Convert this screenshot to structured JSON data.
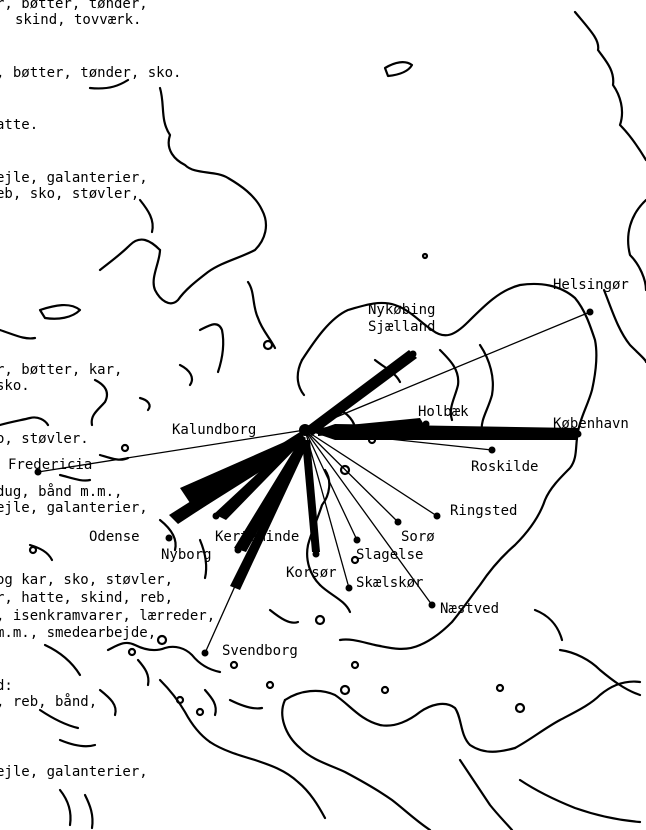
{
  "left_text_lines": [
    "r, bøtter, tønder,",
    "skind, tovværk.",
    ", bøtter, tønder, sko.",
    "atte.",
    "ejle, galanterier,",
    "eb, sko, støvler,",
    "r, bøtter, kar,",
    "sko.",
    "o, støvler.",
    "dug, bånd m.m.,",
    "ejle, galanterier,",
    "og kar, sko, støvler,",
    "r, hatte, skind, reb,",
    ", isenkramvarer, lærreder,",
    "m.m., smedearbejde,",
    "d:",
    ", reb, bånd,",
    "ejle, galanterier,"
  ],
  "hub": "Kalundborg",
  "towns": [
    {
      "id": "helsingor",
      "label": "Helsingør"
    },
    {
      "id": "nykobing",
      "label": "Nykøbing"
    },
    {
      "id": "sjaelland",
      "label": "Sjælland"
    },
    {
      "id": "holbaek",
      "label": "Holbæk"
    },
    {
      "id": "kobenhavn",
      "label": "København"
    },
    {
      "id": "roskilde",
      "label": "Roskilde"
    },
    {
      "id": "ringsted",
      "label": "Ringsted"
    },
    {
      "id": "soro",
      "label": "Sorø"
    },
    {
      "id": "slagelse",
      "label": "Slagelse"
    },
    {
      "id": "korsor",
      "label": "Korsør"
    },
    {
      "id": "skaelskor",
      "label": "Skælskør"
    },
    {
      "id": "naestved",
      "label": "Næstved"
    },
    {
      "id": "kerteminde",
      "label": "Kerteminde"
    },
    {
      "id": "nyborg",
      "label": "Nyborg"
    },
    {
      "id": "odense",
      "label": "Odense"
    },
    {
      "id": "svendborg",
      "label": "Svendborg"
    },
    {
      "id": "fredericia",
      "label": "Fredericia"
    },
    {
      "id": "kalundborg",
      "label": "Kalundborg"
    }
  ]
}
